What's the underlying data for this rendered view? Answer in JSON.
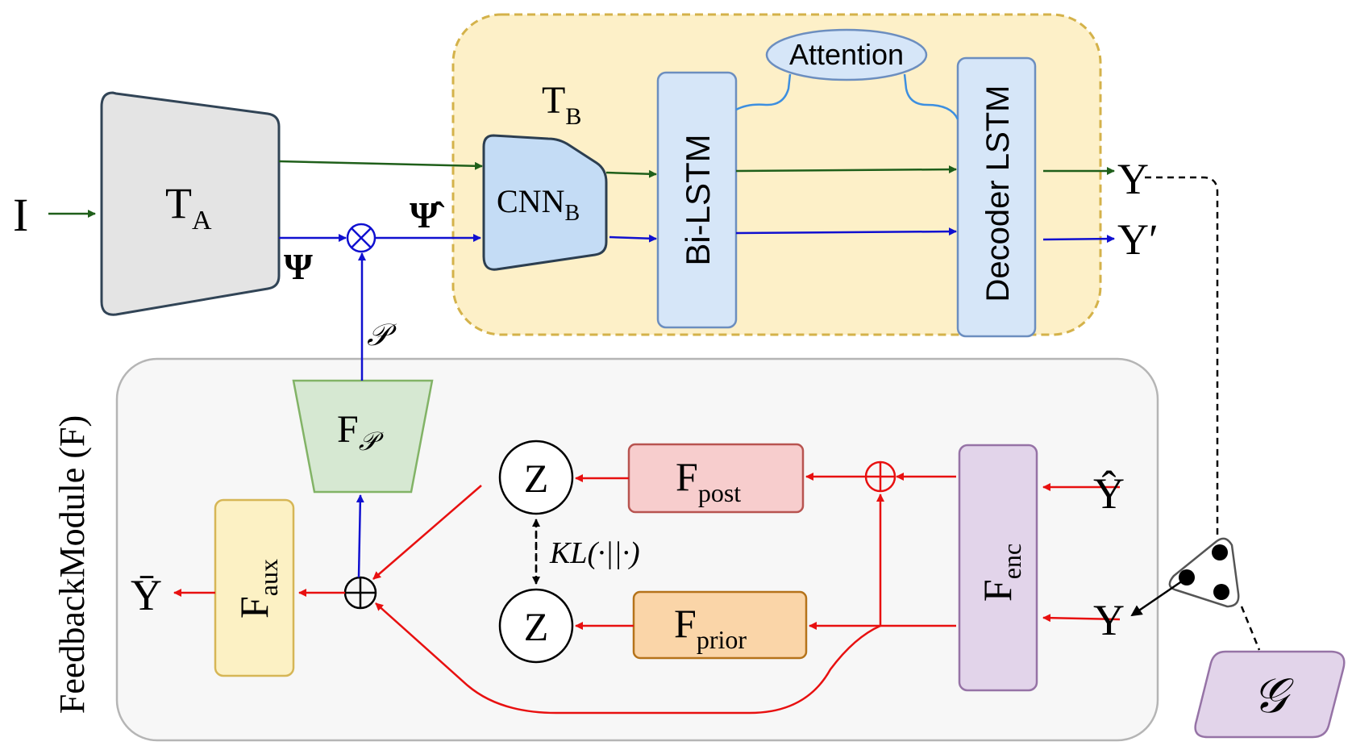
{
  "labels": {
    "input_I": "I",
    "TA_main": "T",
    "TA_sub": "A",
    "psi": "Ψ",
    "psi_hat": "Ψ̂",
    "TB_main": "T",
    "TB_sub": "B",
    "cnn_main": "CNN",
    "cnn_sub": "B",
    "bilstm": "Bi-LSTM",
    "attention": "Attention",
    "decoder": "Decoder LSTM",
    "out_Y": "Y",
    "out_Yprime": "Y′",
    "P_label": "𝒫",
    "FP_main": "F",
    "FP_sub": "𝒫",
    "feedback_title": "FeedbackModule (F)",
    "z_top": "Z",
    "z_bottom": "Z",
    "kl": "KL(·||·)",
    "Fpost_main": "F",
    "Fpost_sub": "post",
    "Fprior_main": "F",
    "Fprior_sub": "prior",
    "Fenc_main": "F",
    "Fenc_sub": "enc",
    "Faux_main": "F",
    "Faux_sub": "aux",
    "y_hat_in": "Ŷ",
    "y_in": "Y",
    "y_bar_out": "Ȳ",
    "G": "𝒢"
  },
  "colors": {
    "green_arrow": "#1f5f1a",
    "blue_arrow": "#1010d0",
    "red_arrow": "#e81010",
    "TB_fill": "#fdf0c8",
    "TB_stroke": "#d4b24a",
    "F_fill": "#f7f7f7",
    "F_stroke": "#b5b5b5",
    "lstm_fill": "#d6e6f8",
    "lstm_stroke": "#6c8ebf",
    "TA_fill": "#e4e4e4",
    "FP_fill": "#d6e8d2",
    "FP_stroke": "#82b366",
    "Fpost_fill": "#f7cdcd",
    "Fpost_stroke": "#b85450",
    "Fprior_fill": "#fad5a8",
    "Fprior_stroke": "#b5731a",
    "Fenc_fill": "#e2d4ea",
    "Fenc_stroke": "#9673a6",
    "Faux_fill": "#fcf1c4",
    "Faux_stroke": "#d6b656",
    "G_fill": "#e2d4ea"
  }
}
